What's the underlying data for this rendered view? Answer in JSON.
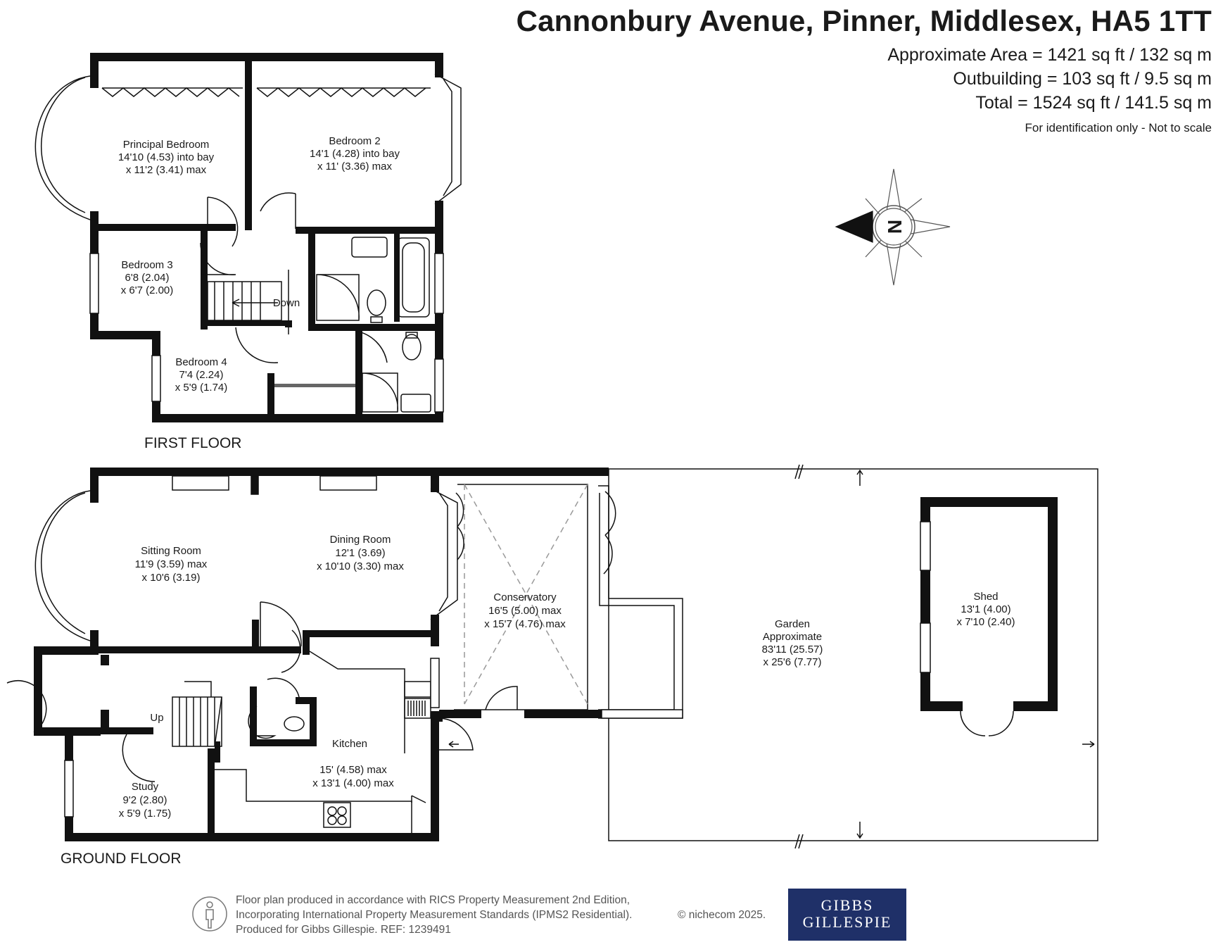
{
  "header": {
    "address": "Cannonbury Avenue, Pinner, Middlesex, HA5 1TT",
    "area_lines": [
      "Approximate Area = 1421 sq ft / 132 sq m",
      "Outbuilding = 103 sq ft / 9.5 sq m",
      "Total = 1524 sq ft / 141.5 sq m"
    ],
    "note": "For identification only - Not to scale"
  },
  "compass": {
    "letter": "N"
  },
  "first_floor": {
    "label": "FIRST FLOOR",
    "rooms": {
      "principal_bedroom": [
        "Principal Bedroom",
        "14'10 (4.53) into bay",
        "x 11'2 (3.41) max"
      ],
      "bedroom_2": [
        "Bedroom 2",
        "14'1 (4.28) into bay",
        "x 11' (3.36) max"
      ],
      "bedroom_3": [
        "Bedroom 3",
        "6'8 (2.04)",
        "x 6'7 (2.00)"
      ],
      "bedroom_4": [
        "Bedroom 4",
        "7'4 (2.24)",
        "x 5'9 (1.74)"
      ]
    },
    "stairs_label": "Down"
  },
  "ground_floor": {
    "label": "GROUND FLOOR",
    "rooms": {
      "sitting_room": [
        "Sitting Room",
        "11'9 (3.59) max",
        "x 10'6 (3.19)"
      ],
      "dining_room": [
        "Dining Room",
        "12'1 (3.69)",
        "x 10'10 (3.30) max"
      ],
      "conservatory": [
        "Conservatory",
        "16'5 (5.00) max",
        "x 15'7 (4.76) max"
      ],
      "garden": [
        "Garden",
        "Approximate",
        "83'11 (25.57)",
        "x 25'6 (7.77)"
      ],
      "shed": [
        "Shed",
        "13'1 (4.00)",
        "x 7'10 (2.40)"
      ],
      "kitchen": [
        "Kitchen",
        "15' (4.58) max",
        "x 13'1 (4.00) max"
      ],
      "study": [
        "Study",
        "9'2 (2.80)",
        "x 5'9 (1.75)"
      ]
    },
    "stairs_label": "Up"
  },
  "footer": {
    "lines": [
      "Floor plan produced in accordance with RICS Property Measurement 2nd Edition,",
      "Incorporating International Property Measurement Standards (IPMS2 Residential).",
      "Produced for Gibbs Gillespie.   REF: 1239491"
    ],
    "copyright": "© nichecom 2025.",
    "brand_line_1": "GIBBS",
    "brand_line_2": "GILLESPIE"
  },
  "colors": {
    "wall": "#111111",
    "brand": "#1f3068",
    "dashed": "#999999"
  }
}
